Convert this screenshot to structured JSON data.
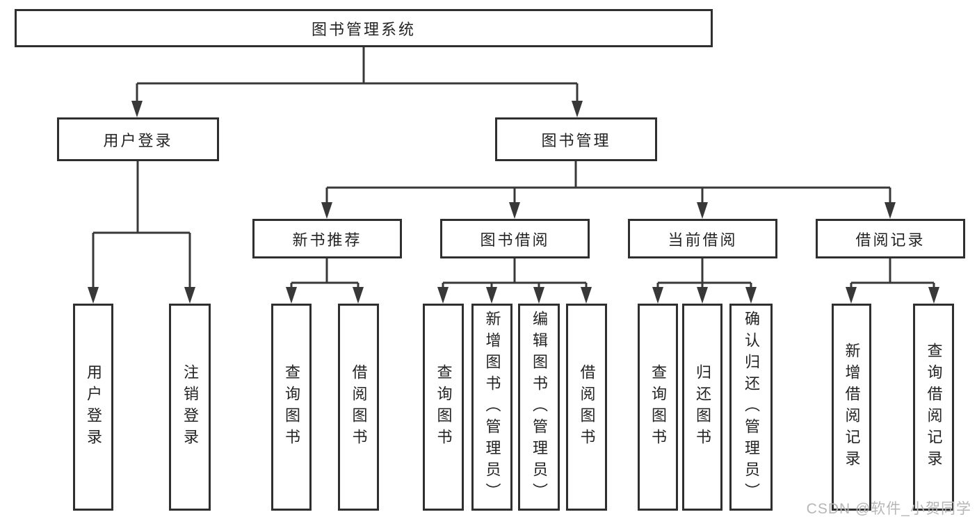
{
  "tree": {
    "root": "图书管理系统",
    "branches": [
      {
        "label": "用户登录",
        "leaves": [
          "用户登录",
          "注销登录"
        ]
      },
      {
        "label": "图书管理",
        "groups": [
          {
            "label": "新书推荐",
            "leaves": [
              "查询图书",
              "借阅图书"
            ]
          },
          {
            "label": "图书借阅",
            "leaves": [
              "查询图书",
              "新增图书（管理员）",
              "编辑图书（管理员）",
              "借阅图书"
            ]
          },
          {
            "label": "当前借阅",
            "leaves": [
              "查询图书",
              "归还图书",
              "确认归还（管理员）"
            ]
          },
          {
            "label": "借阅记录",
            "leaves": [
              "新增借阅记录",
              "查询借阅记录"
            ]
          }
        ]
      }
    ]
  },
  "watermark": "CSDN @软件_小贺同学",
  "colors": {
    "line": "#383838",
    "box_border": "#2f2f2f",
    "text": "#232323",
    "watermark": "#b6b6b6",
    "background": "#ffffff"
  }
}
